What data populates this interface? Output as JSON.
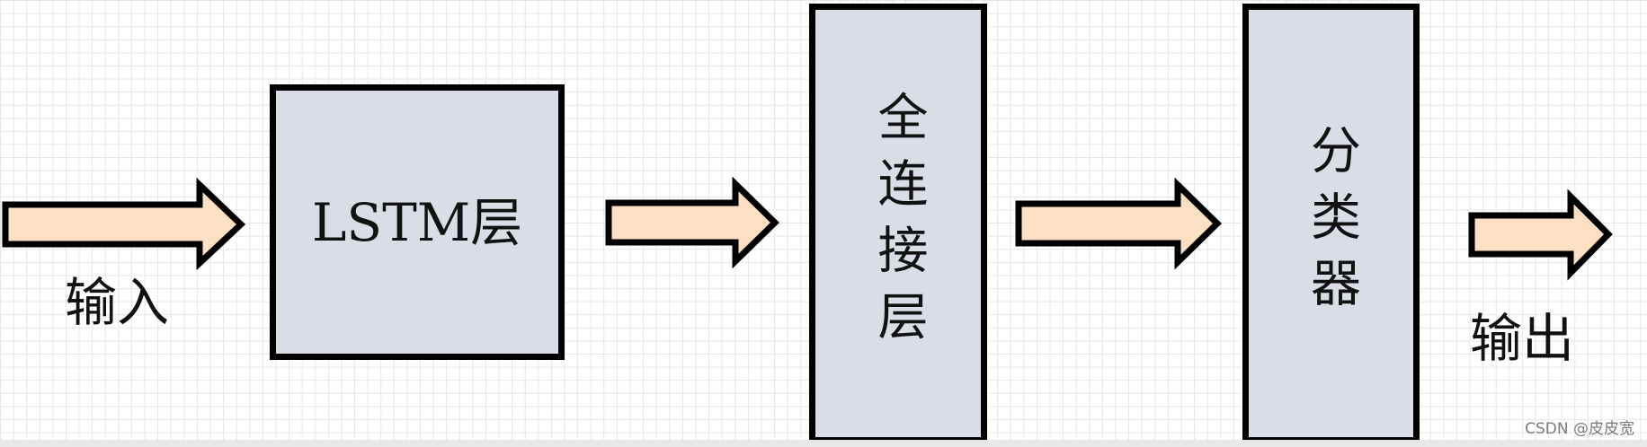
{
  "diagram": {
    "nodes": {
      "lstm": {
        "label": "LSTM层"
      },
      "fc": {
        "label": "全连接层"
      },
      "classifier": {
        "label": "分类器"
      }
    },
    "input_label": "输入",
    "output_label": "输出",
    "arrow_fill": "#fde0c4",
    "box_fill": "#d9dee6",
    "stroke": "#000000"
  },
  "watermark": "CSDN @皮皮宽"
}
